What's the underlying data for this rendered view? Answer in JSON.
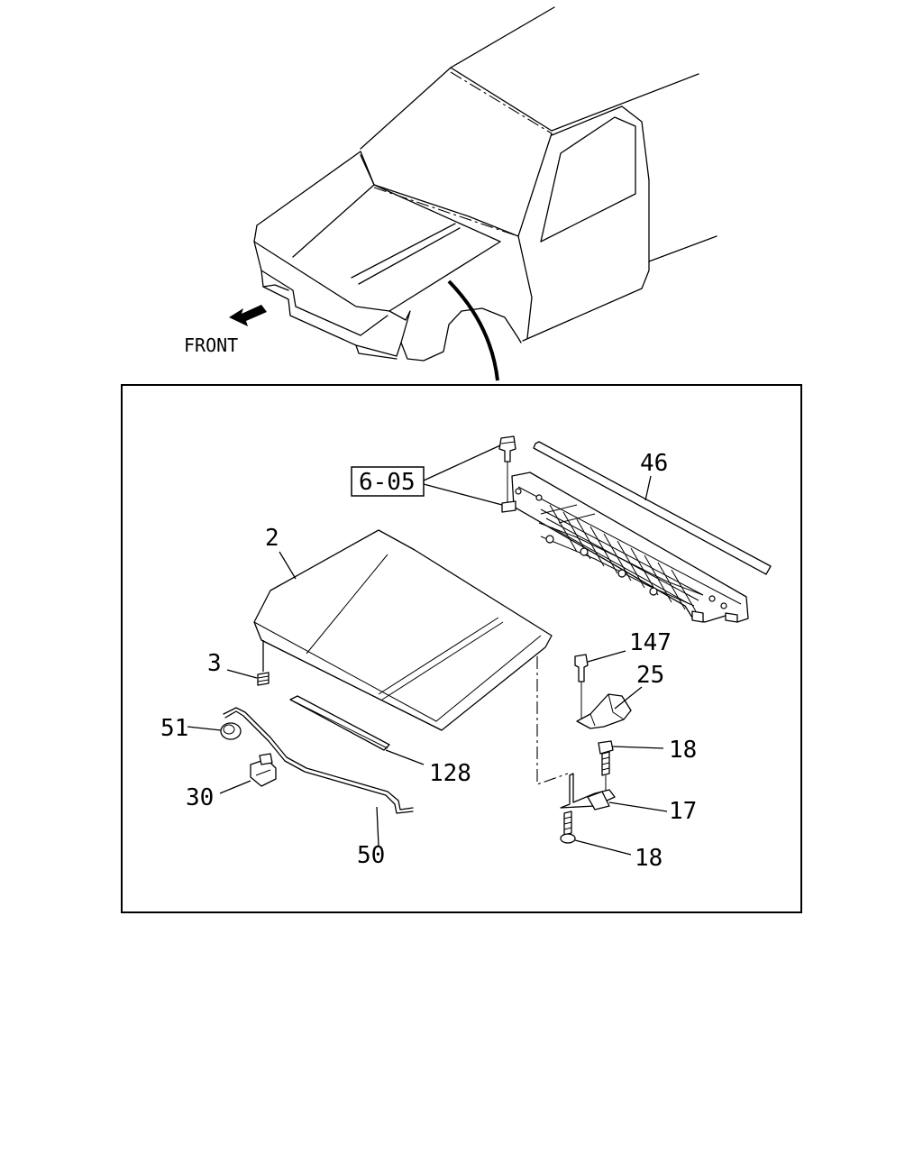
{
  "direction_label": "FRONT",
  "reference_box_label": "6-05",
  "callouts": {
    "p2": "2",
    "p3": "3",
    "p51": "51",
    "p30": "30",
    "p50": "50",
    "p128": "128",
    "p46": "46",
    "p147": "147",
    "p25": "25",
    "p18_upper": "18",
    "p17": "17",
    "p18_lower": "18"
  }
}
